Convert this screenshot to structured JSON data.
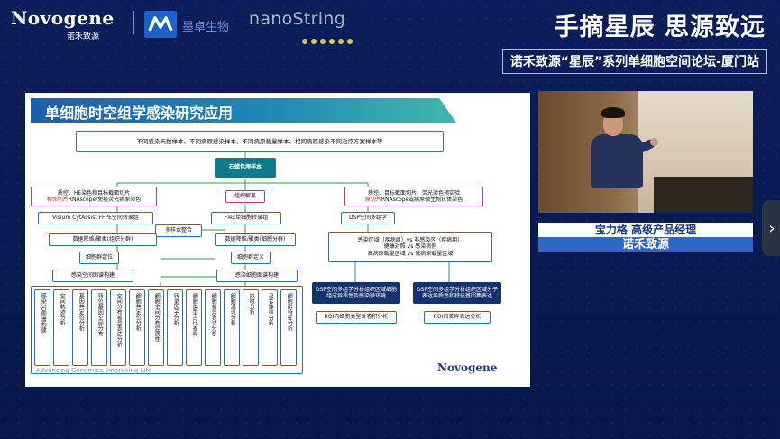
{
  "header": {
    "logo_main": "Novogene",
    "logo_sub": "诺禾致源",
    "partner_mz": "墨卓生物",
    "partner_nano": "nanoString",
    "title": "手摘星辰 思源致远",
    "subtitle": "诺禾致源“星辰”系列单细胞空间论坛-厦门站"
  },
  "slide": {
    "banner": "单细胞时空组学感染研究应用",
    "top_row": "不同感染天数样本、不同病原感染样本、不同病原载量样本、相同病原感染不同治疗方案样本等",
    "center": "石蜡包埋样本",
    "left_qc_1": "质控、HE染色和目标截面切片",
    "left_qc_2_red": "相邻切片",
    "left_qc_2_rest": "RNAscope/免疫荧光病原染色",
    "mid_dissociation": "组织解离",
    "right_qc_1": "质控、目标截面切片、荧光染色预实验",
    "right_qc_2_red": "原切片",
    "right_qc_2_rest": "RNAscope或病原微生物抗体染色",
    "left_visium": "Visium CytAssist FFPE空间转录组",
    "mid_flex": "Flex单细胞转录组",
    "right_dsp": "DSP空间多组学",
    "multi_integration": "多样本整合",
    "left_dimred": "数据降维/聚类(组织分群)",
    "mid_dimred": "数据降维/聚类(细胞分群)",
    "right_region_1": "感染区域（疾病组）vs 非感染区（疾病组）",
    "right_region_2": "健康对照 vs 感染病例",
    "right_region_3": "高病原载量区域 vs 低病原载量区域",
    "left_celltype": "细胞群定位",
    "mid_celltype": "细胞群定义",
    "left_atlas": "感染空间图谱构建",
    "mid_atlas": "感染细胞图谱构建",
    "dsp_dark_1": "DSP空间多组学分析组织区域细胞组成异质性及感染微环境",
    "dsp_dark_2": "DSP空间多组学分析组织区域分子表达异质性和特征基因集表达",
    "roi_1": "ROI内细胞类型反卷积分析",
    "roi_2": "ROI间差异表达分析",
    "vertical_items": [
      "感染3D图谱构建",
      "空间轨迹分析",
      "基因共定位分析",
      "转位基因空间分布",
      "空间分布差异表达分析",
      "细胞共定位分析",
      "细胞空间分布异质性",
      "转录因子分析",
      "细胞类型占比差异",
      "细胞差异表达分析",
      "细胞通讯分析",
      "拟时分析",
      "RNA速率分析",
      "细胞群特征分析"
    ],
    "footer": "Advancing Genomics, Improving Life",
    "logo": "Novogene"
  },
  "speaker": {
    "title": "宝力格 高级产品经理",
    "company": "诺禾致源"
  },
  "edge_button": "›"
}
